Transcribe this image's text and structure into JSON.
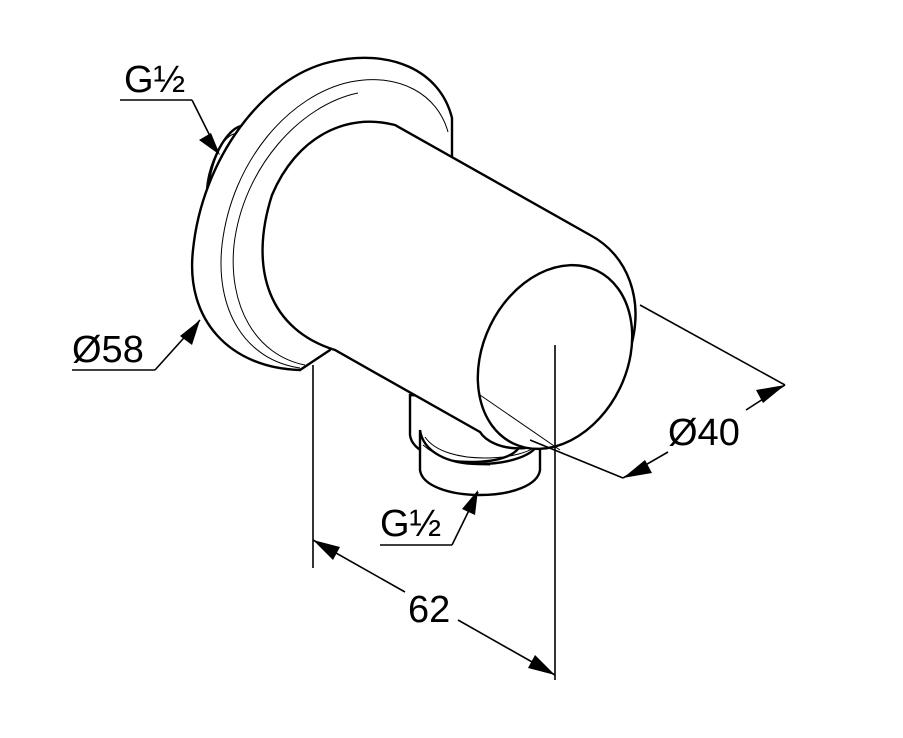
{
  "labels": {
    "thread_top": "G½",
    "diameter_flange": "Ø58",
    "thread_bottom": "G½",
    "diameter_body": "Ø40",
    "length": "62"
  }
}
